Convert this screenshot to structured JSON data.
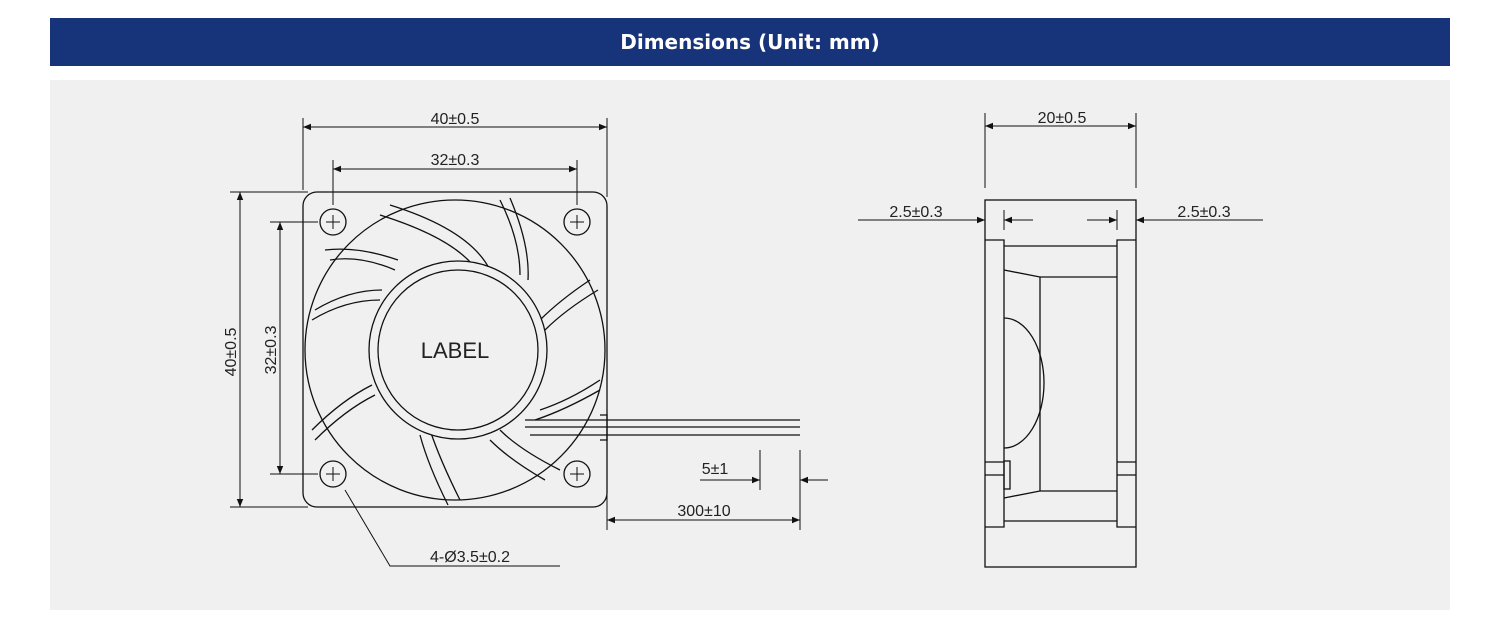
{
  "header": {
    "title": "Dimensions (Unit: mm)",
    "color": "#17347a"
  },
  "front_view": {
    "label": "LABEL",
    "dims": {
      "width": "40±0.5",
      "hole_spacing_h": "32±0.3",
      "height": "40±0.5",
      "hole_spacing_v": "32±0.3",
      "strip": "5±1",
      "lead": "300±10",
      "holes": "4-Ø3.5±0.2"
    }
  },
  "side_view": {
    "dims": {
      "depth": "20±0.5",
      "flange_left": "2.5±0.3",
      "flange_right": "2.5±0.3"
    }
  }
}
